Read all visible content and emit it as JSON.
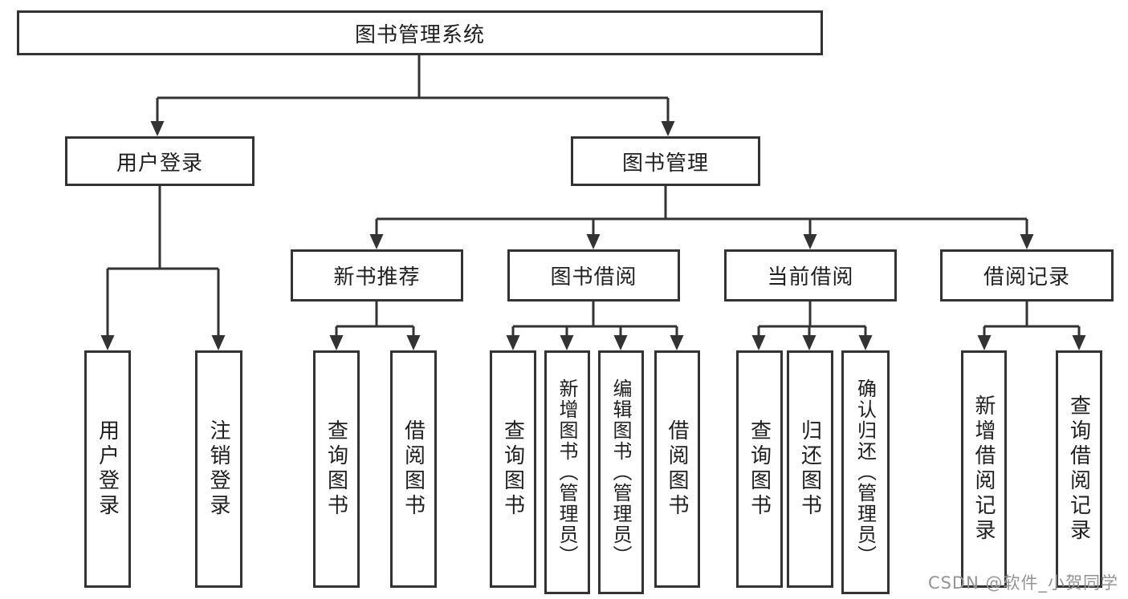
{
  "watermark": "CSDN @软件_小贺同学",
  "colors": {
    "line": "#333333",
    "box_border": "#333333",
    "box_fill": "#ffffff",
    "text": "#1f1f1f",
    "watermark": "#949494"
  },
  "tree": {
    "label": "图书管理系统",
    "children": [
      {
        "label": "用户登录",
        "children": [
          {
            "label": "用户登录"
          },
          {
            "label": "注销登录"
          }
        ]
      },
      {
        "label": "图书管理",
        "children": [
          {
            "label": "新书推荐",
            "children": [
              {
                "label": "查询图书"
              },
              {
                "label": "借阅图书"
              }
            ]
          },
          {
            "label": "图书借阅",
            "children": [
              {
                "label": "查询图书"
              },
              {
                "label": "新增图书（管理员）"
              },
              {
                "label": "编辑图书（管理员）"
              },
              {
                "label": "借阅图书"
              }
            ]
          },
          {
            "label": "当前借阅",
            "children": [
              {
                "label": "查询图书"
              },
              {
                "label": "归还图书"
              },
              {
                "label": "确认归还（管理员）"
              }
            ]
          },
          {
            "label": "借阅记录",
            "children": [
              {
                "label": "新增借阅记录"
              },
              {
                "label": "查询借阅记录"
              }
            ]
          }
        ]
      }
    ]
  }
}
